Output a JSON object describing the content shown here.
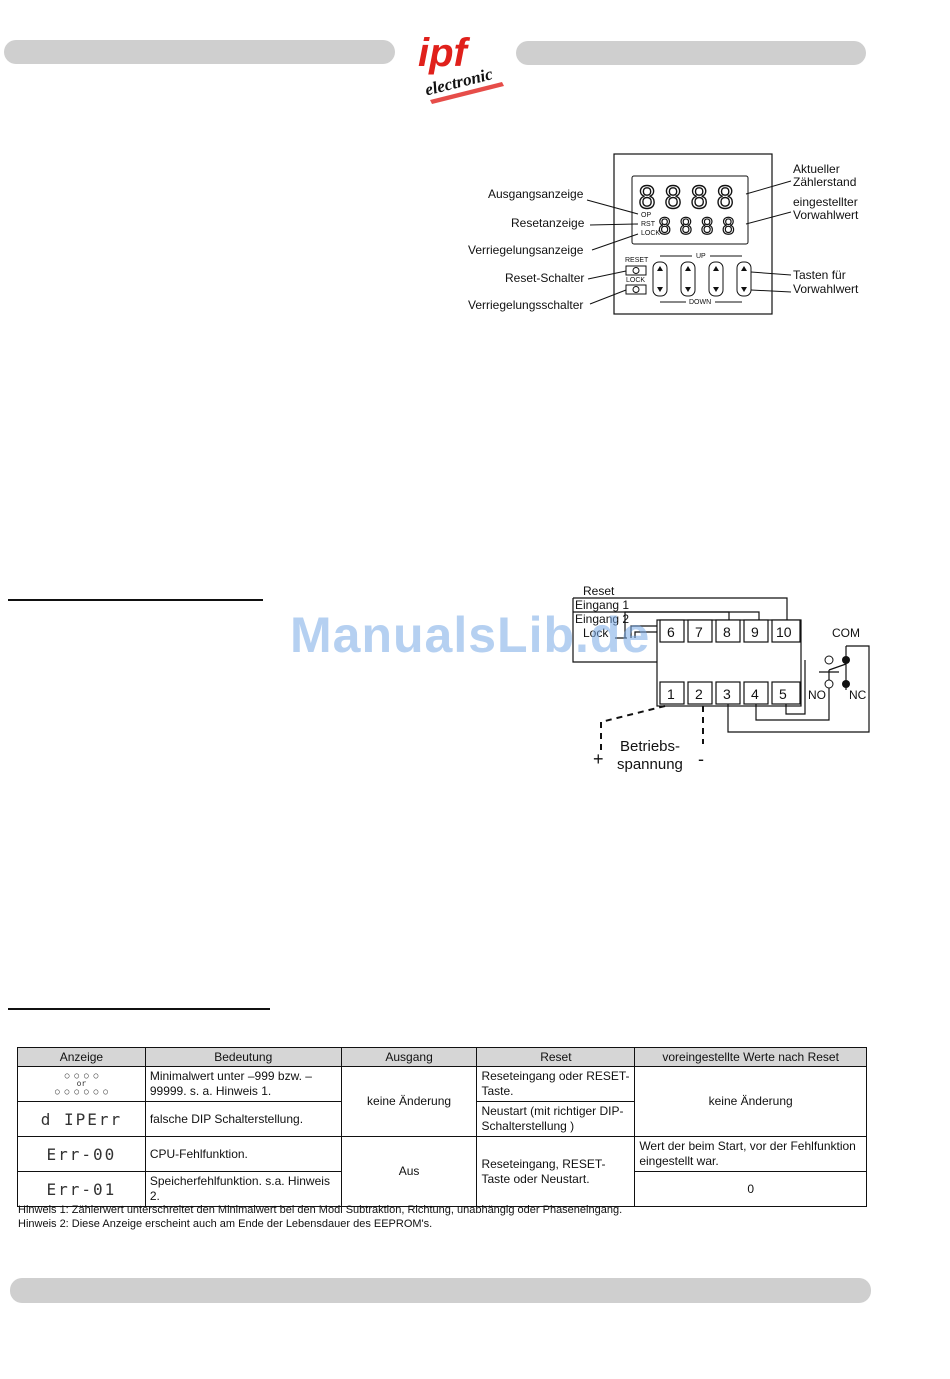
{
  "header": {
    "logo_text": "ipf electronic"
  },
  "watermark": "ManualsLib.de",
  "display_diagram": {
    "labels_left": [
      "Ausgangsanzeige",
      "Resetanzeige",
      "Verriegelungsanzeige",
      "Reset-Schalter",
      "Verriegelungsschalter"
    ],
    "labels_right": [
      "Aktueller",
      "Zählerstand",
      "eingestellter",
      "Vorwahlwert",
      "Tasten für",
      "Vorwahlwert"
    ],
    "display_digits_top": "8888",
    "display_digits_bottom": "8888",
    "indicator_op": "OP",
    "indicator_rst": "RST",
    "indicator_lock": "LOCK",
    "switch_reset": "RESET",
    "switch_lock": "LOCK",
    "arrow_up": "UP",
    "arrow_down": "DOWN"
  },
  "wiring_diagram": {
    "input_labels": [
      "Reset",
      "Eingang 1",
      "Eingang 2",
      "Lock"
    ],
    "top_terminals": [
      "6",
      "7",
      "8",
      "9",
      "10"
    ],
    "bottom_terminals": [
      "1",
      "2",
      "3",
      "4",
      "5"
    ],
    "relay_com": "COM",
    "relay_no": "NO",
    "relay_nc": "NC",
    "supply_label_1": "Betriebs-",
    "supply_label_2": "spannung",
    "plus": "+",
    "minus": "-"
  },
  "error_table": {
    "headers": [
      "Anzeige",
      "Bedeutung",
      "Ausgang",
      "Reset",
      "voreingestellte Werte nach Reset"
    ],
    "row1_display_top": "○ ○ ○ ○",
    "row1_display_or": "or",
    "row1_display_bottom": "○ ○ ○ ○ ○ ○",
    "row1_meaning": "Minimalwert unter –999 bzw. –99999. s. a. Hinweis 1.",
    "row1_reset": "Reseteingang oder RESET-Taste.",
    "row2_display": "d IPErr",
    "row2_meaning": "falsche DIP Schalterstellung.",
    "row2_reset": "Neustart (mit richtiger DIP-Schalterstellung )",
    "rows12_output": "keine Änderung",
    "rows12_preset": "keine Änderung",
    "row3_display": "Err-00",
    "row3_meaning": "CPU-Fehlfunktion.",
    "row3_preset": "Wert der beim Start, vor der Fehlfunktion eingestellt war.",
    "row4_display": "Err-01",
    "row4_meaning": "Speicherfehlfunktion. s.a. Hinweis 2.",
    "row4_preset": "0",
    "rows34_output": "Aus",
    "rows34_reset": "Reseteingang, RESET-Taste oder Neustart.",
    "note1": "Hinweis 1: Zählerwert unterschreitet den Minimalwert bei den Modi Subtraktion, Richtung, unabhängig oder Phaseneingang.",
    "note2": "Hinweis 2: Diese Anzeige erscheint auch am Ende der Lebensdauer des EEPROM's."
  },
  "colors": {
    "bar": "#cfcfcf",
    "logo_red": "#e0201b",
    "watermark": "#78aae6"
  }
}
